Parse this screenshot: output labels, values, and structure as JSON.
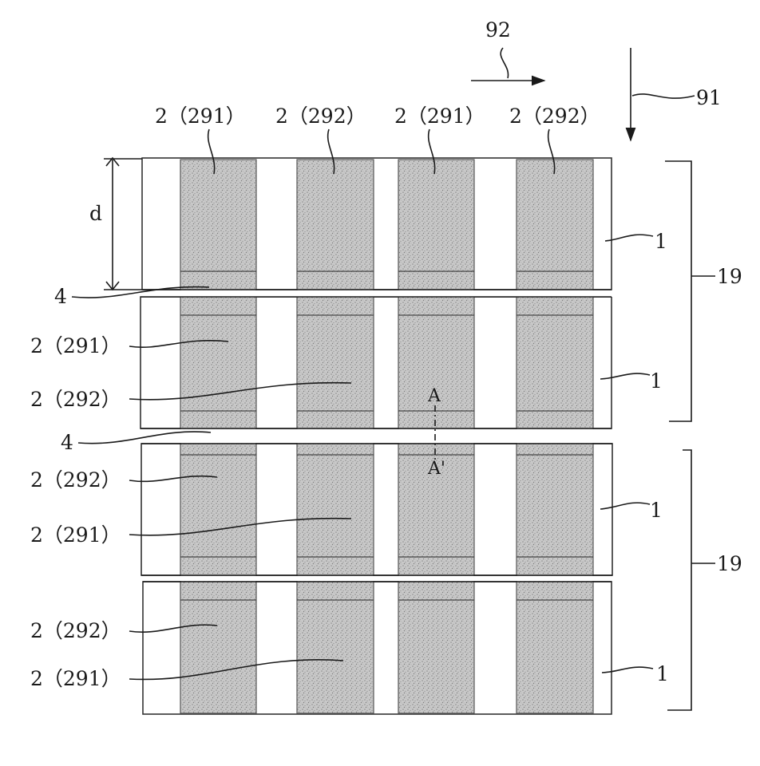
{
  "figure": {
    "arrows": {
      "horizontal_label": "92",
      "vertical_label": "91"
    },
    "top_labels": [
      "2（291）",
      "2（292）",
      "2（291）",
      "2（292）"
    ],
    "dimension_label": "d",
    "gap_labels": [
      "4",
      "4"
    ],
    "left_labels": [
      "2（291）",
      "2（292）",
      "2（292）",
      "2（291）",
      "2（292）",
      "2（291）"
    ],
    "unit_labels": [
      "1",
      "1",
      "1",
      "1"
    ],
    "group_labels": [
      "19",
      "19"
    ],
    "section_labels": [
      "A",
      "A'"
    ]
  }
}
